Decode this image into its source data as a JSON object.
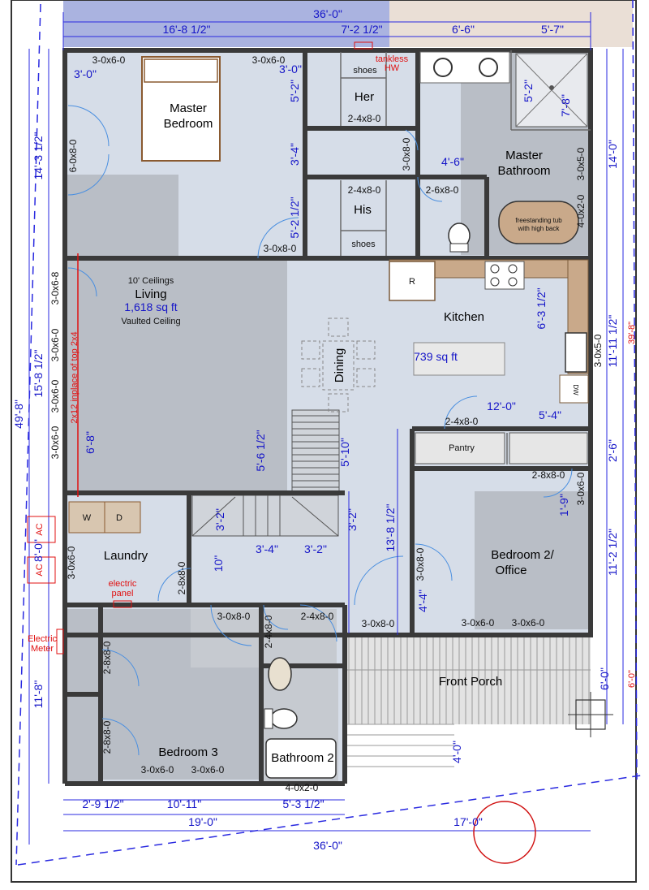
{
  "rooms": {
    "master_bedroom": "Master\nBedroom",
    "her": "Her",
    "her_shoes": "shoes",
    "his": "His",
    "his_shoes": "shoes",
    "master_bathroom": "Master\nBathroom",
    "tub": "freestanding tub\nwith high back",
    "ceilings": "10' Ceilings",
    "living": "Living",
    "living_area": "1,618 sq ft",
    "vaulted": "Vaulted Ceiling",
    "dining": "Dining",
    "kitchen": "Kitchen",
    "kitchen_area": "739 sq ft",
    "pantry": "Pantry",
    "bedroom2": "Bedroom 2/\nOffice",
    "laundry": "Laundry",
    "washer": "W",
    "dryer": "D",
    "bedroom3": "Bedroom 3",
    "bathroom2": "Bathroom 2",
    "front_porch": "Front Porch",
    "range": "R",
    "dishwasher": "DW"
  },
  "notes": {
    "tankless": "tankless\nHW",
    "electric_panel": "electric\npanel",
    "electric_meter": "Electric\nMeter",
    "ac": "AC",
    "ac2": "AC",
    "beam": "2x12 inplace of top 2x4"
  },
  "dimensions": {
    "top_total": "36'-0\"",
    "top_a": "16'-8 1/2\"",
    "top_b": "7'-2 1/2\"",
    "top_c": "6'-6\"",
    "top_d": "5'-7\"",
    "bottom_total": "36'-0\"",
    "bottom_a": "19'-0\"",
    "bottom_b": "17'-0\"",
    "bottom_c": "2'-9 1/2\"",
    "bottom_d": "10'-11\"",
    "bottom_e": "5'-3 1/2\"",
    "left_total": "49'-8\"",
    "left_a": "14'-3 1/2\"",
    "left_b": "15'-8 1/2\"",
    "left_c": "11'-8\"",
    "left_d": "8'-0\"",
    "right_total": "39'-8\"",
    "right_a": "14'-0\"",
    "right_b": "11'-11 1/2\"",
    "right_c": "2'-6\"",
    "right_d": "11'-2 1/2\"",
    "right_e": "6'-0\"",
    "right_f": "6'-0\"",
    "d_3_0_a": "3'-0\"",
    "d_3_0_b": "3'-0\"",
    "d_5_2": "5'-2\"",
    "d_3_4": "3'-4\"",
    "d_5_2_half": "5'-2 1/2\"",
    "d_5_2_b": "5'-2\"",
    "d_7_8": "7'-8\"",
    "d_4_6": "4'-6\"",
    "d_6_3_half": "6'-3 1/2\"",
    "d_12_0": "12'-0\"",
    "d_5_4": "5'-4\"",
    "d_6_8": "6'-8\"",
    "d_5_6_half": "5'-6 1/2\"",
    "d_5_10": "5'-10\"",
    "d_3_2_a": "3'-2\"",
    "d_3_4_b": "3'-4\"",
    "d_3_2_b": "3'-2\"",
    "d_3_2_c": "3'-2\"",
    "d_10": "10\"",
    "d_13_8_half": "13'-8 1/2\"",
    "d_4_4": "4'-4\"",
    "d_1_9": "1'-9\"",
    "d_4_0": "4'-0\""
  },
  "doors": {
    "w1": "3-0x6-0",
    "w2": "3-0x6-0",
    "d_6_0x8_0": "6-0x8-0",
    "d_her": "2-4x8-0",
    "d_3_0x8_0_a": "3-0x8-0",
    "d_his": "2-4x8-0",
    "d_2_6x8_0": "2-6x8-0",
    "d_3_0x8_0_b": "3-0x8-0",
    "w_bath1": "3-0x5-0",
    "w_bath2": "4-0x2-0",
    "w_left1": "3-0x6-8",
    "w_left2": "3-0x6-0",
    "w_left3": "3-0x6-0",
    "w_left4": "3-0x6-0",
    "w_kitchen": "3-0x5-0",
    "d_pantry": "2-4x8-0",
    "d_2_8x8_0_a": "2-8x8-0",
    "w_bed2": "3-0x6-0",
    "w_laundry": "3-0x6-0",
    "d_2_8x8_0_b": "2-8x8-0",
    "d_3_0x8_0_c": "3-0x8-0",
    "d_3_0x8_0_d": "3-0x8-0",
    "d_2_4x8_0_a": "2-4x8-0",
    "d_2_4x8_0_b": "2-4x8-0",
    "d_bed2": "3-0x8-0",
    "w_bed2_a": "3-0x6-0",
    "w_bed2_b": "3-0x6-0",
    "d_2_8x8_0_c": "2-8x8-0",
    "d_2_8x8_0_d": "2-8x8-0",
    "w_bed3_a": "3-0x6-0",
    "w_bed3_b": "3-0x6-0"
  },
  "colors": {
    "floor": "#d6dde8",
    "wall": "#3a3a3a",
    "dimension": "#1515c8",
    "note": "#e01010",
    "top_band": "#aab3e0",
    "porch": "#e3e3e3"
  }
}
